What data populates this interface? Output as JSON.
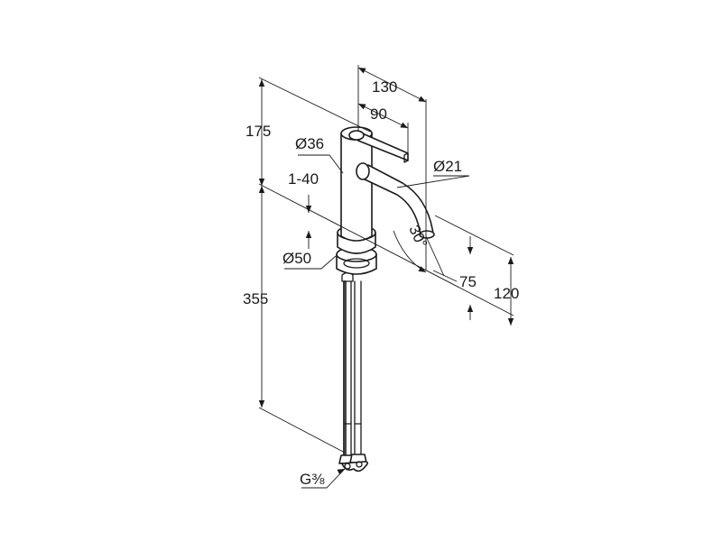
{
  "labels": {
    "d130": "130",
    "d90": "90",
    "d175": "175",
    "d36": "Ø36",
    "d21": "Ø21",
    "d1_40": "1-40",
    "d30": "30°",
    "d50": "Ø50",
    "d75": "75",
    "d120": "120",
    "d355": "355",
    "thread_base": "G",
    "thread_frac": "⅜"
  }
}
